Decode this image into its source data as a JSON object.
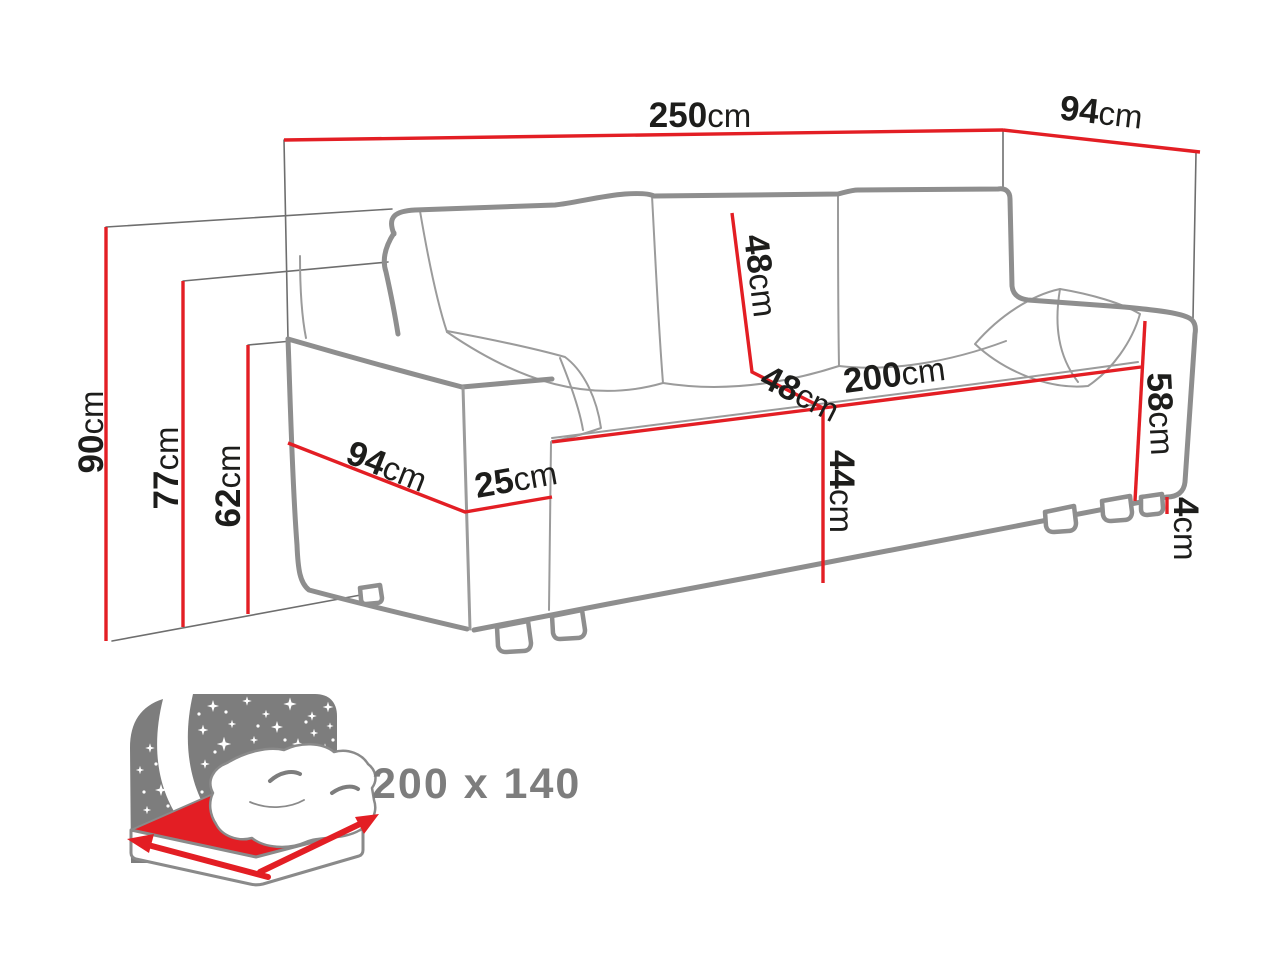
{
  "diagram": {
    "type": "sofa-dimension-diagram",
    "unit_default": "cm"
  },
  "dims": {
    "overall_width": {
      "value": "250",
      "unit": "cm"
    },
    "overall_depth": {
      "value": "94",
      "unit": "cm"
    },
    "overall_height": {
      "value": "90",
      "unit": "cm"
    },
    "backrest_height": {
      "value": "77",
      "unit": "cm"
    },
    "side_height": {
      "value": "62",
      "unit": "cm"
    },
    "back_cushion_height": {
      "value": "48",
      "unit": "cm"
    },
    "seat_depth": {
      "value": "48",
      "unit": "cm"
    },
    "seat_width": {
      "value": "200",
      "unit": "cm"
    },
    "armrest_depth": {
      "value": "94",
      "unit": "cm"
    },
    "armrest_width": {
      "value": "25",
      "unit": "cm"
    },
    "seat_height": {
      "value": "44",
      "unit": "cm"
    },
    "armrest_height": {
      "value": "58",
      "unit": "cm"
    },
    "leg_height": {
      "value": "4",
      "unit": "cm"
    }
  },
  "sleeping_area": {
    "label": "200 x 140"
  },
  "colors": {
    "accent_red": "#e31e24",
    "sofa_outline_gray": "#8e8e8e",
    "construction_gray": "#6e6e6e",
    "icon_gray": "#7d7d7d",
    "text_dark": "#1d1d1b"
  }
}
